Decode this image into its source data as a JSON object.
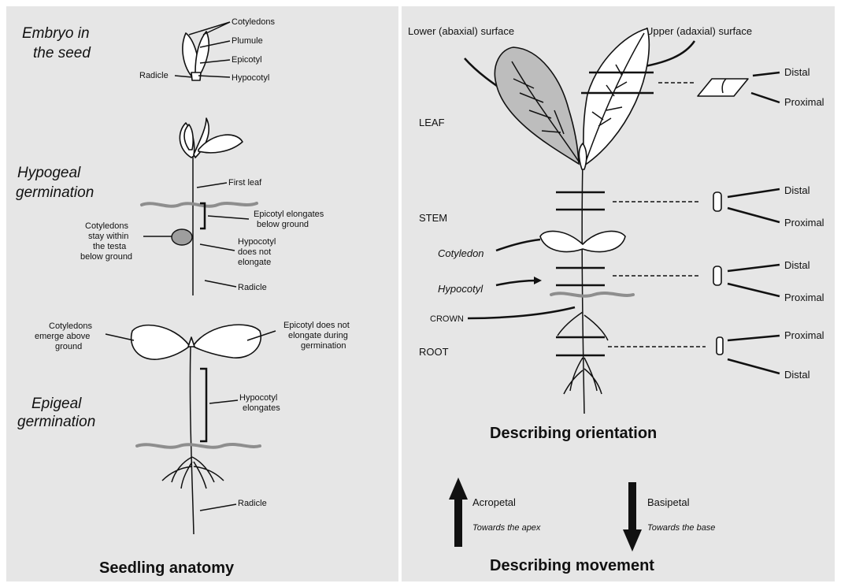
{
  "colors": {
    "background": "#e6e6e6",
    "ink": "#111111",
    "soil_line": "#8e8e8e",
    "leaf_shaded": "#bdbdbd"
  },
  "left_panel": {
    "embryo": {
      "title_line1": "Embryo in",
      "title_line2": "the seed",
      "labels": {
        "cotyledons": "Cotyledons",
        "plumule": "Plumule",
        "epicotyl": "Epicotyl",
        "hypocotyl": "Hypocotyl",
        "radicle": "Radicle"
      }
    },
    "hypogeal": {
      "title_line1": "Hypogeal",
      "title_line2": "germination",
      "labels": {
        "first_leaf": "First leaf",
        "epicotyl_line1": "Epicotyl elongates",
        "epicotyl_line2": "below ground",
        "cot_line1": "Cotyledons",
        "cot_line2": "stay within",
        "cot_line3": "the testa",
        "cot_line4": "below ground",
        "hypo_line1": "Hypocotyl",
        "hypo_line2": "does not",
        "hypo_line3": "elongate",
        "radicle": "Radicle"
      }
    },
    "epigeal": {
      "title_line1": "Epigeal",
      "title_line2": "germination",
      "labels": {
        "cot_line1": "Cotyledons",
        "cot_line2": "emerge above",
        "cot_line3": "ground",
        "epi_line1": "Epicotyl does not",
        "epi_line2": "elongate during",
        "epi_line3": "germination",
        "hypo_line1": "Hypocotyl",
        "hypo_line2": "elongates",
        "radicle": "Radicle"
      }
    },
    "heading": "Seedling anatomy"
  },
  "right_panel": {
    "surfaces": {
      "lower": "Lower (abaxial) surface",
      "upper": "Upper (adaxial) surface"
    },
    "organs": {
      "leaf": "LEAF",
      "stem": "STEM",
      "root": "ROOT"
    },
    "parts": {
      "cotyledon": "Cotyledon",
      "hypocotyl": "Hypocotyl",
      "crown": "CROWN"
    },
    "segments": {
      "leaf_top": "Distal",
      "leaf_bottom": "Proximal",
      "stem_top": "Distal",
      "stem_bottom": "Proximal",
      "hypo_top": "Distal",
      "hypo_bottom": "Proximal",
      "root_top": "Proximal",
      "root_bottom": "Distal"
    },
    "orientation_heading": "Describing orientation",
    "movement": {
      "acropetal_label": "Acropetal",
      "acropetal_desc": "Towards the apex",
      "basipetal_label": "Basipetal",
      "basipetal_desc": "Towards the base"
    },
    "movement_heading": "Describing movement"
  }
}
